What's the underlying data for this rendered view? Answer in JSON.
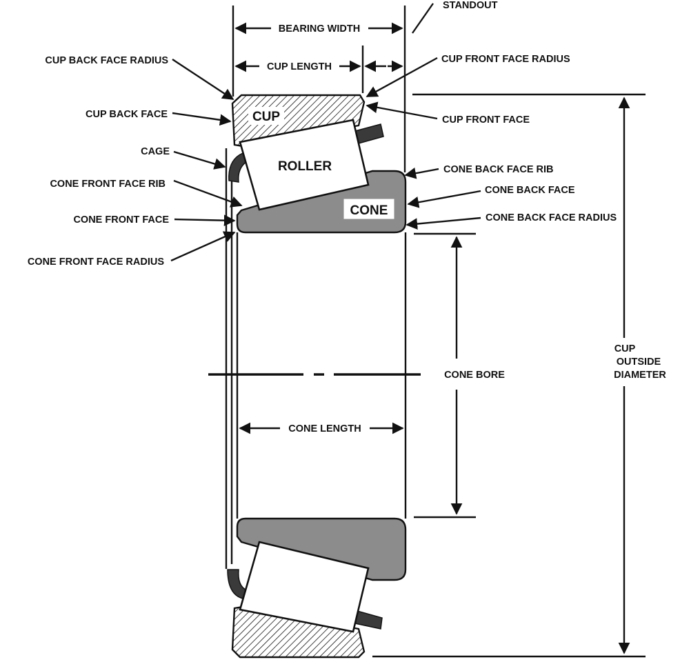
{
  "labels": {
    "standout": "STANDOUT",
    "bearing_width": "BEARING WIDTH",
    "cup_length": "CUP LENGTH",
    "cup_back_face_radius": "CUP BACK FACE RADIUS",
    "cup_front_face_radius": "CUP FRONT FACE RADIUS",
    "cup_back_face": "CUP BACK FACE",
    "cup_front_face": "CUP FRONT FACE",
    "cage": "CAGE",
    "cone_back_face_rib": "CONE BACK FACE RIB",
    "cone_front_face_rib": "CONE FRONT FACE RIB",
    "cone_back_face": "CONE BACK FACE",
    "cone_front_face": "CONE FRONT FACE",
    "cone_back_face_radius": "CONE BACK FACE RADIUS",
    "cone_front_face_radius": "CONE FRONT FACE RADIUS",
    "cone_bore": "CONE BORE",
    "cone_length": "CONE LENGTH",
    "cup_outside_diameter": [
      "CUP",
      "OUTSIDE",
      "DIAMETER"
    ]
  },
  "parts": {
    "cup": "CUP",
    "roller": "ROLLER",
    "cone": "CONE"
  },
  "colors": {
    "ink": "#111111",
    "cone_fill": "#8c8c8c",
    "cage_fill": "#3a3a3a",
    "paper": "#ffffff"
  }
}
